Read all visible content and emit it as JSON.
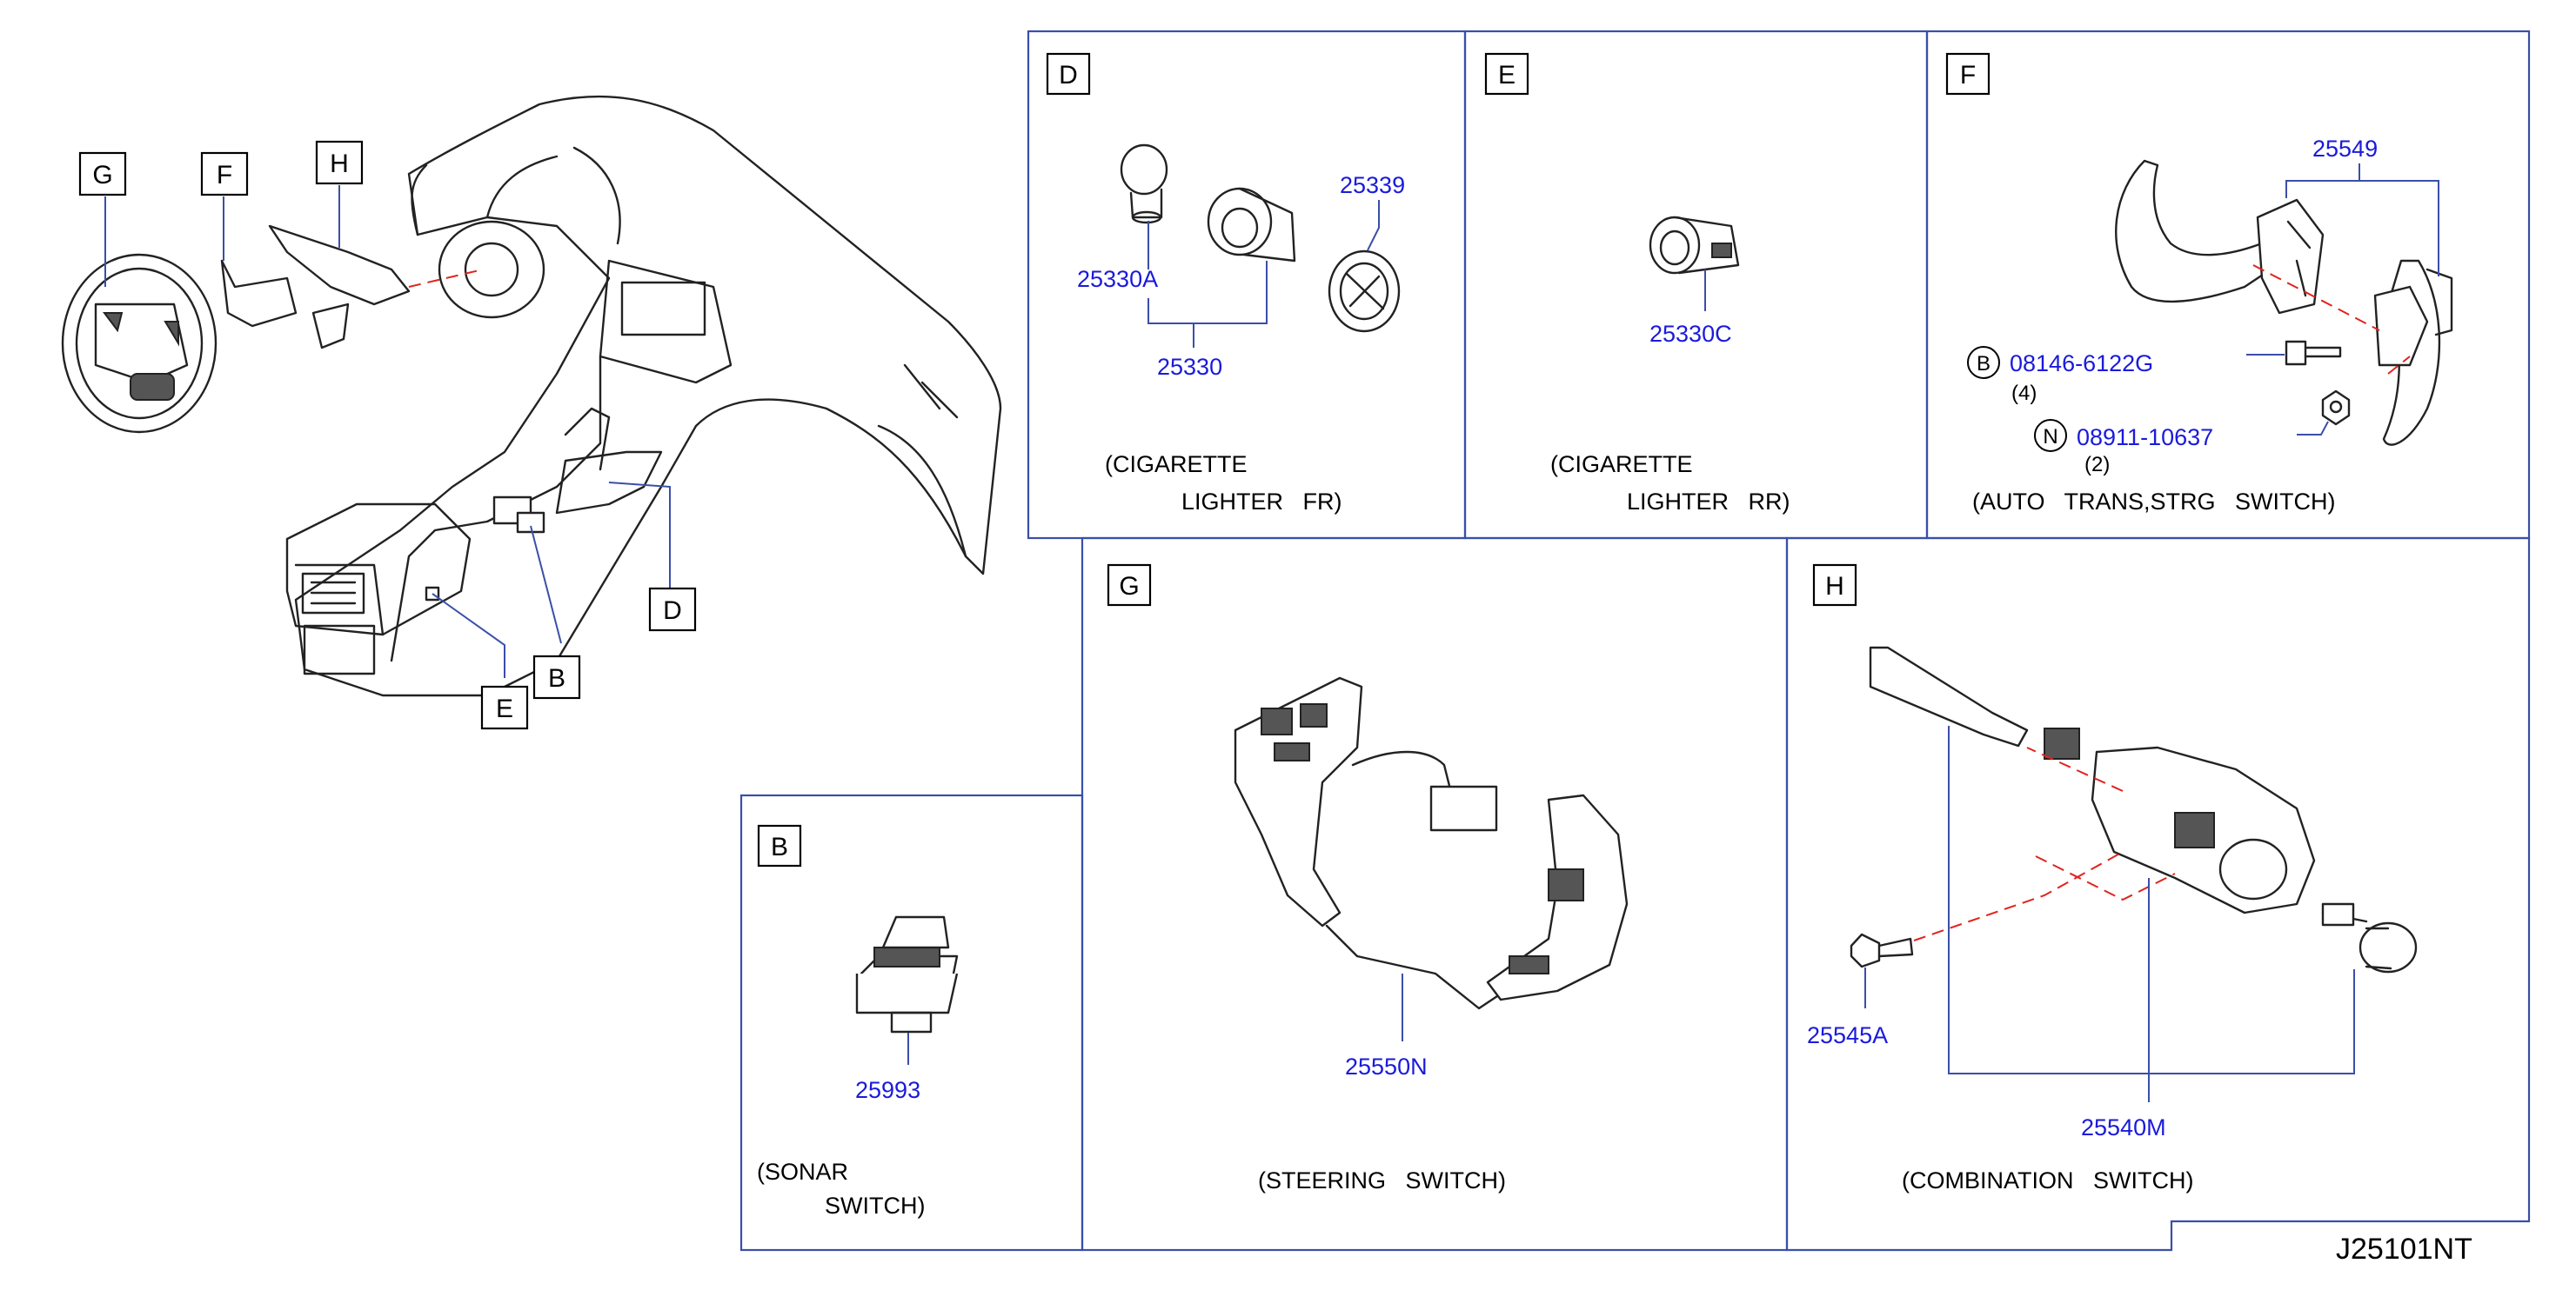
{
  "diagram_code": "J25101NT",
  "overview": {
    "callouts": [
      "G",
      "F",
      "H",
      "D",
      "E",
      "B"
    ]
  },
  "panels": {
    "D": {
      "letter": "D",
      "parts": [
        "25339",
        "25330A",
        "25330"
      ],
      "caption_line1": "(CIGARETTE",
      "caption_line2": "LIGHTER   FR)"
    },
    "E": {
      "letter": "E",
      "parts": [
        "25330C"
      ],
      "caption_line1": "(CIGARETTE",
      "caption_line2": "LIGHTER   RR)"
    },
    "F": {
      "letter": "F",
      "parts": [
        "25549"
      ],
      "bolt_symbol": "B",
      "bolt_part": "08146-6122G",
      "bolt_qty": "(4)",
      "nut_symbol": "N",
      "nut_part": "08911-10637",
      "nut_qty": "(2)",
      "caption": "(AUTO   TRANS,STRG   SWITCH)"
    },
    "G": {
      "letter": "G",
      "parts": [
        "25550N"
      ],
      "caption": "(STEERING   SWITCH)"
    },
    "H": {
      "letter": "H",
      "parts": [
        "25545A",
        "25540M"
      ],
      "caption": "(COMBINATION   SWITCH)"
    },
    "B": {
      "letter": "B",
      "parts": [
        "25993"
      ],
      "caption_line1": "(SONAR",
      "caption_line2": "SWITCH)"
    }
  }
}
